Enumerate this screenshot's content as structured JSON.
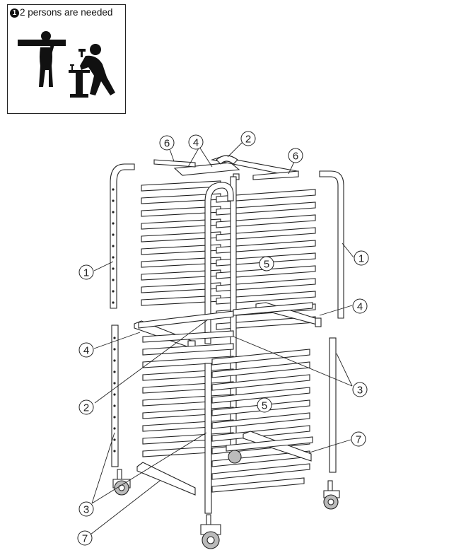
{
  "notice": {
    "number": "1",
    "text": "2 persons are needed",
    "icon": "two-persons-icon"
  },
  "callouts": [
    {
      "part": "1",
      "side": "left"
    },
    {
      "part": "1",
      "side": "right"
    },
    {
      "part": "2",
      "side": "top"
    },
    {
      "part": "2",
      "side": "left"
    },
    {
      "part": "3",
      "side": "right"
    },
    {
      "part": "3",
      "side": "left-bottom"
    },
    {
      "part": "4",
      "side": "top"
    },
    {
      "part": "4",
      "side": "right"
    },
    {
      "part": "4",
      "side": "left"
    },
    {
      "part": "5",
      "side": "upper-shelves"
    },
    {
      "part": "5",
      "side": "lower-shelves"
    },
    {
      "part": "6",
      "side": "top-left"
    },
    {
      "part": "6",
      "side": "top-right"
    },
    {
      "part": "7",
      "side": "right-bottom"
    },
    {
      "part": "7",
      "side": "left-bottom"
    }
  ]
}
